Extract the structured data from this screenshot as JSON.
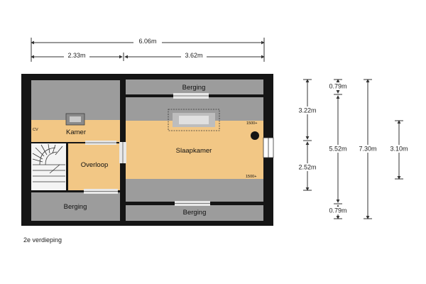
{
  "colors": {
    "wall": "#151515",
    "wood_floor": "#f2c785",
    "gray_floor": "#9c9c9c",
    "light_floor": "#f4f4f4",
    "dimension_line": "#333333"
  },
  "dimensions": {
    "total_width": "6.06m",
    "left_width": "2.33m",
    "right_width": "3.62m",
    "side": {
      "top_height": "3.22m",
      "bottom_height": "2.52m",
      "edge_top": "0.79m",
      "middle": "5.52m",
      "edge_bottom": "0.79m",
      "total_depth": "7.30m",
      "window_span": "3.10m"
    }
  },
  "rooms": {
    "kamer": "Kamer",
    "slaapkamer": "Slaapkamer",
    "overloop": "Overloop",
    "berging_top": "Berging",
    "berging_bottom_left": "Berging",
    "berging_bottom_right": "Berging",
    "cv": "CV"
  },
  "annotations": {
    "height_marker_top": "1500+",
    "height_marker_bottom": "1500+"
  },
  "floor_label": "2e verdieping"
}
